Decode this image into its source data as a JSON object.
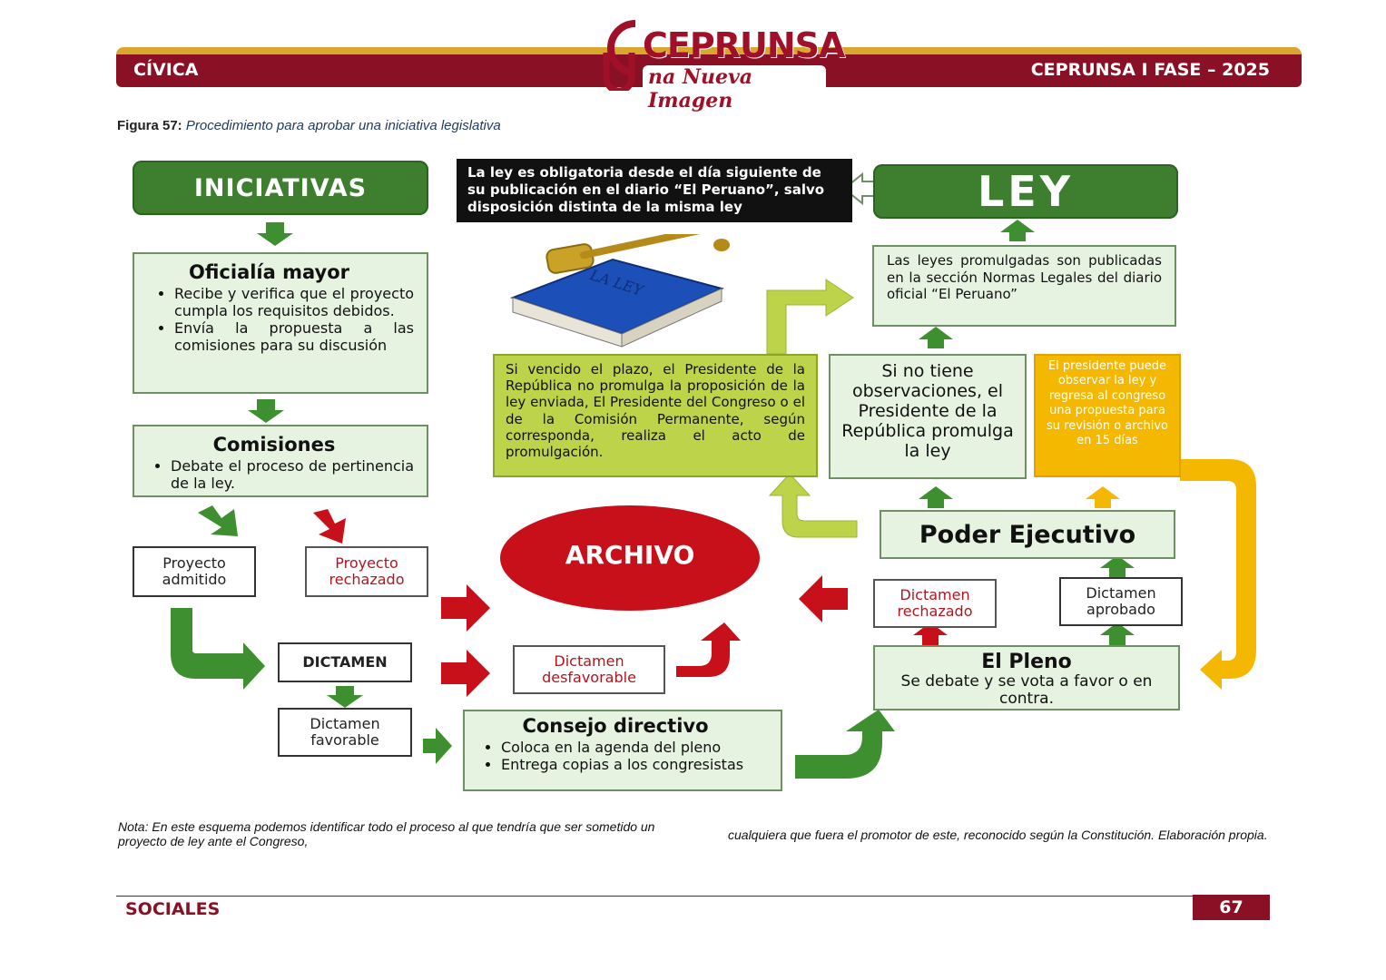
{
  "header": {
    "left": "CÍVICA",
    "right": "CEPRUNSA I FASE – 2025",
    "logo_brand": "CEPRUNSA",
    "logo_tagline": "na Nueva Imagen"
  },
  "figure": {
    "label": "Figura 57:",
    "title": "Procedimiento para aprobar una iniciativa legislativa"
  },
  "diagram": {
    "iniciativas": "INICIATIVAS",
    "ley": "LEY",
    "ley_note": "La ley es obligatoria desde el día siguiente de su publicación en el diario “El Peruano”, salvo disposición distinta de la misma ley",
    "book_label": "LA LEY",
    "oficialia": {
      "title": "Oficialía mayor",
      "items": [
        "Recibe y verifica que el proyecto cumpla los requisitos debidos.",
        "Envía la propuesta a las comisiones para su discusión"
      ]
    },
    "comisiones": {
      "title": "Comisiones",
      "items": [
        "Debate el proceso de pertinencia de la ley."
      ]
    },
    "proyecto_admitido": "Proyecto admitido",
    "proyecto_rechazado": "Proyecto rechazado",
    "archivo": "ARCHIVO",
    "dictamen": "DICTAMEN",
    "dictamen_favorable": "Dictamen favorable",
    "dictamen_desfavorable": "Dictamen desfavorable",
    "consejo": {
      "title": "Consejo directivo",
      "items": [
        "Coloca en la agenda del pleno",
        "Entrega copias a los congresistas"
      ]
    },
    "pleno": {
      "title": "El Pleno",
      "text": "Se debate y se vota a favor o en contra."
    },
    "dictamen_rechazado": "Dictamen rechazado",
    "dictamen_aprobado": "Dictamen aprobado",
    "poder_ejecutivo": "Poder Ejecutivo",
    "sin_observaciones": "Si no tiene observaciones, el Presidente de la República promulga la ley",
    "observa": "El presidente puede observar la ley y regresa al congreso una propuesta para su revisión o archivo en 15 días",
    "vencido": "Si vencido el plazo, el Presidente de la República no promulga la proposición de la ley enviada, El Presidente del Congreso o el de la Comisión Permanente, según corresponda, realiza el acto de promulgación.",
    "publicadas": "Las leyes promulgadas son publicadas en la sección Normas Legales del diario oficial “El Peruano”"
  },
  "nota": {
    "left": "Nota: En este esquema podemos identificar todo el proceso al que tendría que ser sometido un proyecto de ley ante el Congreso,",
    "right": "cualquiera que fuera el promotor de este, reconocido según la Constitución. Elaboración propia."
  },
  "footer": {
    "left": "SOCIALES",
    "page": "67"
  },
  "colors": {
    "brand": "#8a1026",
    "gold": "#d9a62e",
    "green_dark": "#3d7f2f",
    "green_light": "#e6f3e1",
    "olive": "#bcd34a",
    "orange": "#f5b800",
    "red": "#c8101a"
  }
}
